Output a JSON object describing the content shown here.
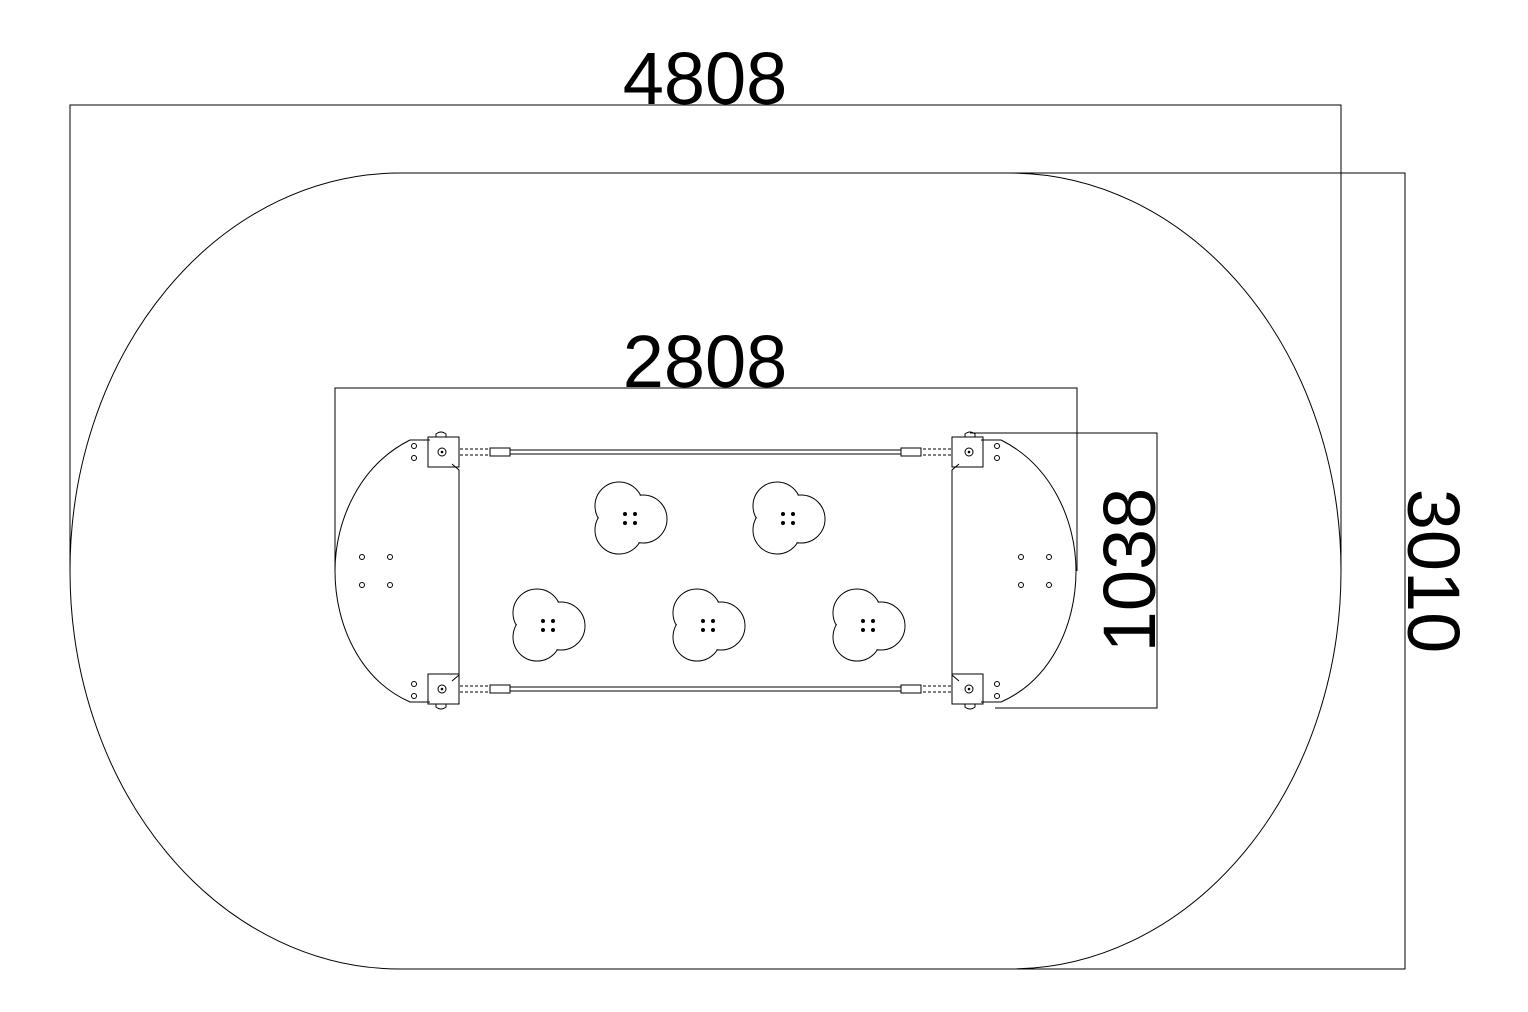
{
  "drawing": {
    "units": "mm",
    "dimensions": {
      "overall_width": "4808",
      "overall_depth": "3010",
      "equipment_length": "2808",
      "equipment_width": "1038"
    },
    "stepping_stones": 5,
    "line_color": "#000000",
    "background_color": "#ffffff"
  }
}
